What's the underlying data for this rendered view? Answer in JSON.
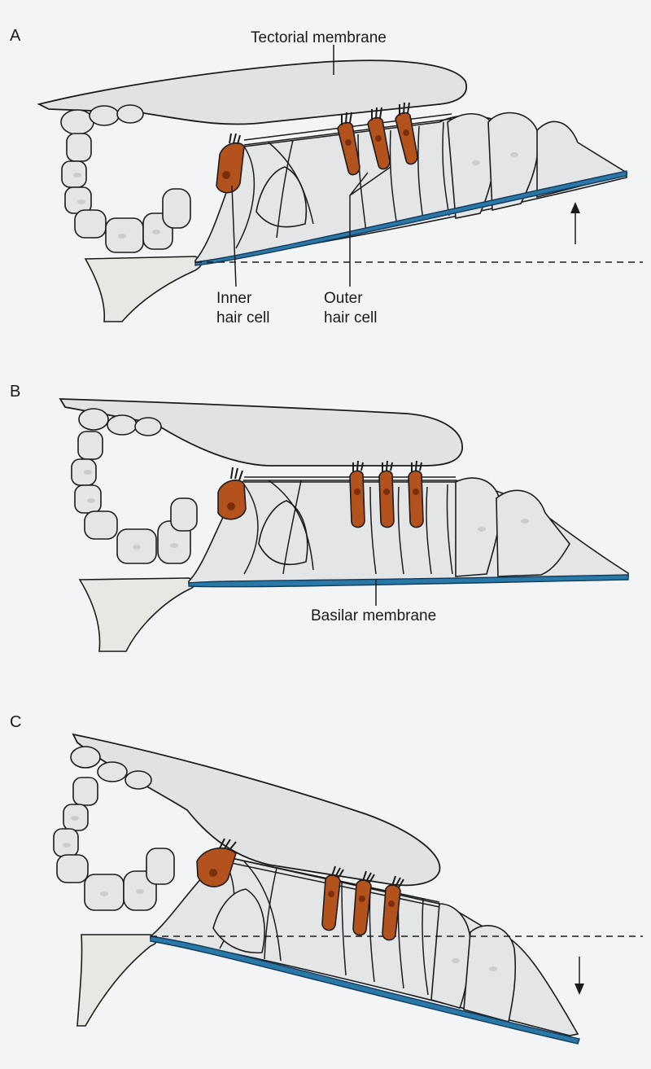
{
  "panels": {
    "a": {
      "letter": "A"
    },
    "b": {
      "letter": "B"
    },
    "c": {
      "letter": "C"
    }
  },
  "labels": {
    "tectorial_membrane": "Tectorial membrane",
    "inner_hair_cell_line1": "Inner",
    "inner_hair_cell_line2": "hair cell",
    "outer_hair_cell_line1": "Outer",
    "outer_hair_cell_line2": "hair cell",
    "basilar_membrane": "Basilar membrane"
  },
  "colors": {
    "background": "#f3f4f6",
    "hair_cell": "#b4521e",
    "basilar_membrane": "#2a78a8",
    "tissue": "#e4e5e7"
  }
}
